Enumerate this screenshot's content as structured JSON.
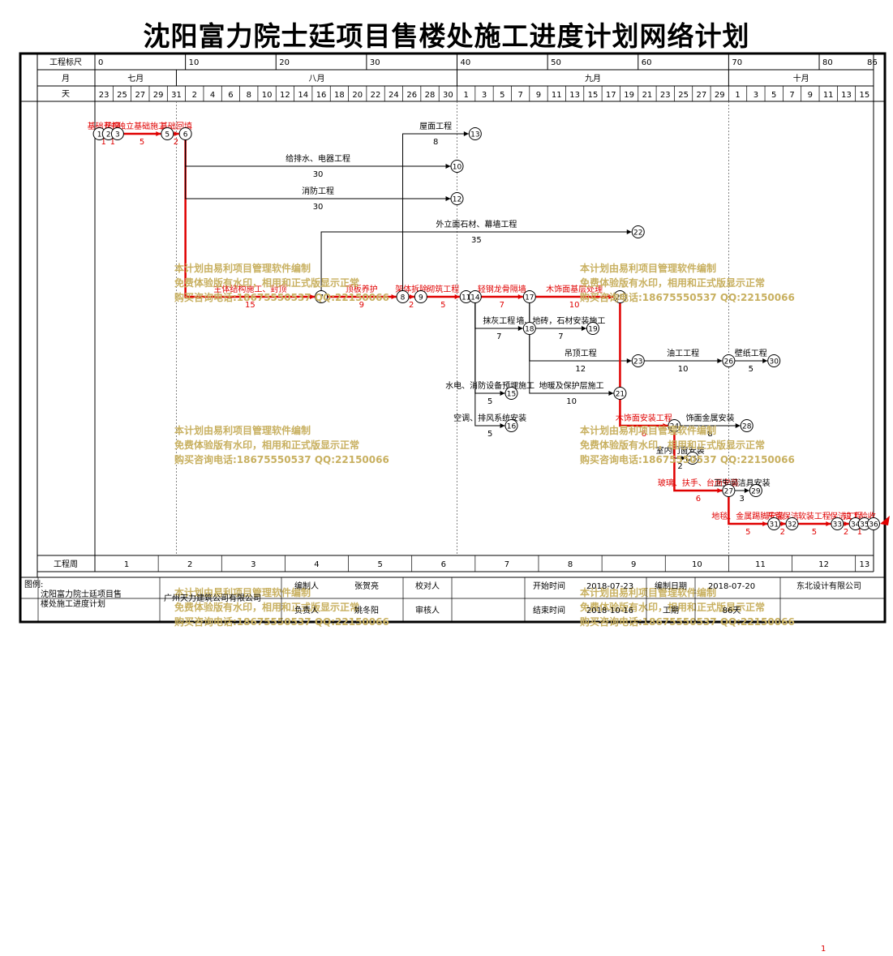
{
  "title": "沈阳富力院士廷项目售楼处施工进度计划网络计划",
  "page_number": "1",
  "timeline": {
    "start": "2018-07-23",
    "total_days": 86,
    "scale_label": "工程标尺",
    "month_label": "月",
    "day_label": "天",
    "week_label": "工程周",
    "scale_ticks": [
      "0",
      "10",
      "20",
      "30",
      "40",
      "50",
      "60",
      "70",
      "80",
      "86"
    ],
    "months": [
      "七月",
      "八月",
      "九月",
      "十月"
    ],
    "day_numbers": [
      "23",
      "25",
      "27",
      "29",
      "31",
      "2",
      "4",
      "6",
      "8",
      "10",
      "12",
      "14",
      "16",
      "18",
      "20",
      "22",
      "24",
      "26",
      "28",
      "30",
      "1",
      "3",
      "5",
      "7",
      "9",
      "11",
      "13",
      "15",
      "17",
      "19",
      "21",
      "23",
      "25",
      "27",
      "29",
      "1",
      "3",
      "5",
      "7",
      "9",
      "11",
      "13",
      "15"
    ],
    "weeks": [
      "1",
      "2",
      "3",
      "4",
      "5",
      "6",
      "7",
      "8",
      "9",
      "10",
      "11",
      "12",
      "13"
    ]
  },
  "network": {
    "nodes": [
      {
        "id": "1",
        "day": 0.5,
        "row": 165
      },
      {
        "id": "2",
        "day": 1.5,
        "row": 165
      },
      {
        "id": "3",
        "day": 2.5,
        "row": 165
      },
      {
        "id": "5",
        "day": 8,
        "row": 165
      },
      {
        "id": "6",
        "day": 10,
        "row": 165
      },
      {
        "id": "7",
        "day": 25,
        "row": 366
      },
      {
        "id": "8",
        "day": 34,
        "row": 366
      },
      {
        "id": "9",
        "day": 36,
        "row": 366
      },
      {
        "id": "11",
        "day": 41,
        "row": 366
      },
      {
        "id": "14",
        "day": 42,
        "row": 366
      },
      {
        "id": "13",
        "day": 42,
        "row": 165
      },
      {
        "id": "10",
        "day": 40,
        "row": 205
      },
      {
        "id": "12",
        "day": 40,
        "row": 245
      },
      {
        "id": "22",
        "day": 60,
        "row": 286
      },
      {
        "id": "17",
        "day": 48,
        "row": 366
      },
      {
        "id": "18",
        "day": 48,
        "row": 405
      },
      {
        "id": "15",
        "day": 46,
        "row": 485
      },
      {
        "id": "16",
        "day": 46,
        "row": 525
      },
      {
        "id": "19",
        "day": 55,
        "row": 405
      },
      {
        "id": "20",
        "day": 58,
        "row": 366
      },
      {
        "id": "23",
        "day": 60,
        "row": 445
      },
      {
        "id": "21",
        "day": 58,
        "row": 485
      },
      {
        "id": "26",
        "day": 70,
        "row": 445
      },
      {
        "id": "30",
        "day": 75,
        "row": 445
      },
      {
        "id": "24",
        "day": 64,
        "row": 525
      },
      {
        "id": "28",
        "day": 72,
        "row": 525
      },
      {
        "id": "25",
        "day": 66,
        "row": 565
      },
      {
        "id": "27",
        "day": 70,
        "row": 605
      },
      {
        "id": "29",
        "day": 73,
        "row": 605
      },
      {
        "id": "31",
        "day": 75,
        "row": 646
      },
      {
        "id": "32",
        "day": 77,
        "row": 646
      },
      {
        "id": "33",
        "day": 82,
        "row": 646
      },
      {
        "id": "34",
        "day": 84,
        "row": 646
      },
      {
        "id": "35",
        "day": 85,
        "row": 646
      },
      {
        "id": "36",
        "day": 86,
        "row": 646
      }
    ],
    "activities": [
      {
        "from": "1",
        "to": "2",
        "label": "基础开挖",
        "duration": "1",
        "critical": true
      },
      {
        "from": "2",
        "to": "3",
        "label": "垫层",
        "duration": "1",
        "critical": true
      },
      {
        "from": "3",
        "to": "5",
        "label": "独立基础施工",
        "duration": "5",
        "critical": true
      },
      {
        "from": "5",
        "to": "6",
        "label": "基础回填",
        "duration": "2",
        "critical": true
      },
      {
        "from": "6",
        "to": "7",
        "label": "主体结构施工、封顶",
        "duration": "15",
        "critical": true
      },
      {
        "from": "7",
        "to": "8",
        "label": "顶板养护",
        "duration": "9",
        "critical": true
      },
      {
        "from": "8",
        "to": "9",
        "label": "架体拆除",
        "duration": "2",
        "critical": true
      },
      {
        "from": "9",
        "to": "11",
        "label": "砌筑工程",
        "duration": "5",
        "critical": true
      },
      {
        "from": "6",
        "to": "10",
        "label": "给排水、电器工程",
        "duration": "30",
        "critical": false
      },
      {
        "from": "6",
        "to": "12",
        "label": "消防工程",
        "duration": "30",
        "critical": false
      },
      {
        "from": "8",
        "to": "13",
        "label": "屋面工程",
        "duration": "8",
        "critical": false
      },
      {
        "from": "7",
        "to": "22",
        "label": "外立面石材、幕墙工程",
        "duration": "35",
        "critical": false
      },
      {
        "from": "14",
        "to": "17",
        "label": "轻钢龙骨隔墙",
        "duration": "7",
        "critical": true
      },
      {
        "from": "14",
        "to": "18",
        "label": "抹灰工程",
        "duration": "7",
        "critical": false
      },
      {
        "from": "14",
        "to": "15",
        "label": "水电、消防设备预埋施工",
        "duration": "5",
        "critical": false
      },
      {
        "from": "14",
        "to": "16",
        "label": "空调、排风系统安装",
        "duration": "5",
        "critical": false
      },
      {
        "from": "17",
        "to": "20",
        "label": "木饰面基层处理",
        "duration": "10",
        "critical": true
      },
      {
        "from": "18",
        "to": "19",
        "label": "墙、地砖，石材安装施工",
        "duration": "7",
        "critical": false
      },
      {
        "from": "17",
        "to": "23",
        "label": "吊顶工程",
        "duration": "12",
        "critical": false
      },
      {
        "from": "17",
        "to": "21",
        "label": "地暖及保护层施工",
        "duration": "10",
        "critical": false
      },
      {
        "from": "23",
        "to": "26",
        "label": "油工工程",
        "duration": "10",
        "critical": false
      },
      {
        "from": "26",
        "to": "30",
        "label": "壁纸工程",
        "duration": "5",
        "critical": false
      },
      {
        "from": "20",
        "to": "24",
        "label": "木饰面安装工程",
        "duration": "6",
        "critical": true
      },
      {
        "from": "24",
        "to": "28",
        "label": "饰面金属安装",
        "duration": "8",
        "critical": false
      },
      {
        "from": "24",
        "to": "25",
        "label": "室内门窗安装",
        "duration": "2",
        "critical": false
      },
      {
        "from": "24",
        "to": "27",
        "label": "玻璃、扶手、台面安装",
        "duration": "6",
        "critical": true
      },
      {
        "from": "27",
        "to": "29",
        "label": "卫生间洁具安装",
        "duration": "3",
        "critical": false
      },
      {
        "from": "27",
        "to": "31",
        "label": "地毯、金属踢脚安装",
        "duration": "5",
        "critical": true
      },
      {
        "from": "31",
        "to": "32",
        "label": "开荒保洁",
        "duration": "2",
        "critical": true
      },
      {
        "from": "32",
        "to": "33",
        "label": "软装工程",
        "duration": "5",
        "critical": true
      },
      {
        "from": "33",
        "to": "34",
        "label": "保洁工程",
        "duration": "2",
        "critical": true
      },
      {
        "from": "34",
        "to": "35",
        "label": "竣工验收",
        "duration": "1",
        "critical": true
      }
    ]
  },
  "watermark": {
    "line1": "本计划由易利项目管理软件编制",
    "line2": "免费体验版有水印，相用和正式版显示正常",
    "line3": "购买咨询电话:18675550537 QQ:22150066"
  },
  "footer": {
    "legend_label": "图例:",
    "project_name": "沈阳富力院士廷项目售楼处施工进度计划",
    "company": "广州天力建筑公司有限公司",
    "compiler_label": "编制人",
    "compiler": "张贺亮",
    "checker_label": "校对人",
    "checker": "",
    "start_label": "开始时间",
    "start_date": "2018-07-23",
    "compile_date_label": "编制日期",
    "compile_date": "2018-07-20",
    "design_company": "东北设计有限公司",
    "responsible_label": "负责人",
    "responsible": "姚冬阳",
    "reviewer_label": "审核人",
    "reviewer": "",
    "end_label": "结束时间",
    "end_date": "2018-10-16",
    "duration_label": "工期",
    "duration": "86天"
  },
  "colors": {
    "critical": "#e00000",
    "normal": "#000000",
    "watermark": "#c8b060"
  }
}
